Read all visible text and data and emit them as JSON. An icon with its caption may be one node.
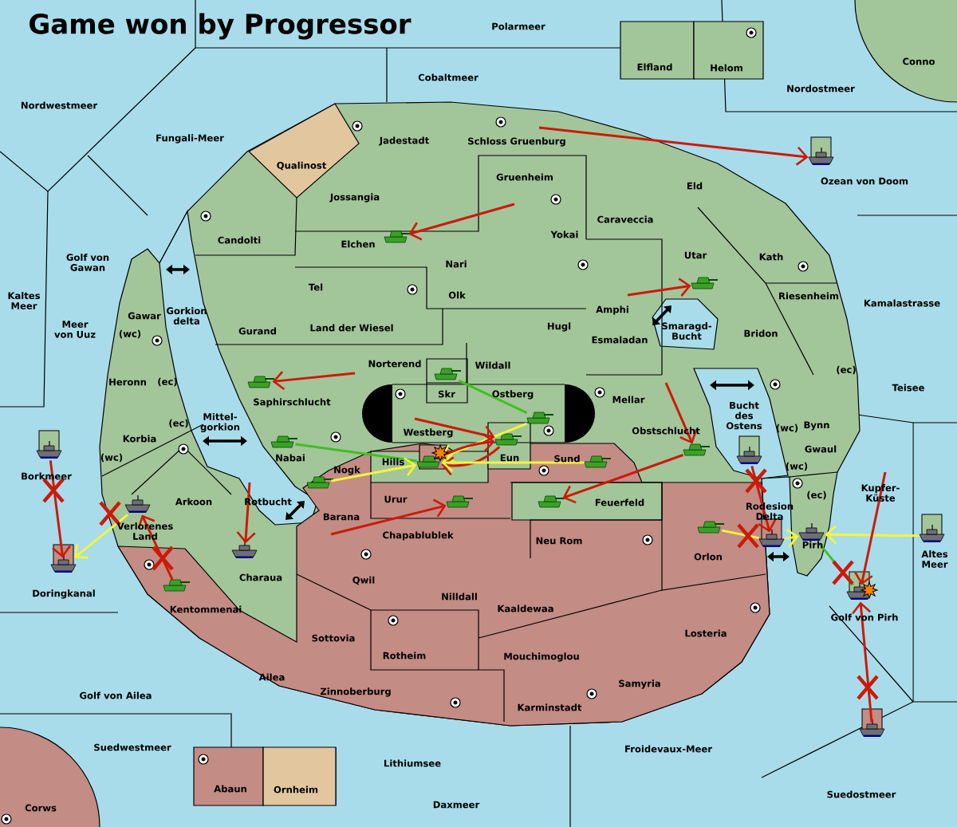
{
  "diagram": {
    "title": "Game won by Progressor",
    "nodes": [
      {
        "text": [],
        "shape": "tank"
      },
      {
        "text": [],
        "shape": "tank"
      },
      {
        "text": [],
        "shape": "tank"
      },
      {
        "text": [],
        "shape": "tank"
      },
      {
        "text": [],
        "shape": "tank"
      },
      {
        "text": [],
        "shape": "tank"
      },
      {
        "text": [],
        "shape": "tank"
      },
      {
        "text": [],
        "shape": "tank"
      },
      {
        "text": [],
        "shape": "tank"
      },
      {
        "text": [],
        "shape": "tank"
      },
      {
        "text": [],
        "shape": "tank"
      },
      {
        "text": [],
        "shape": "tank"
      },
      {
        "text": [],
        "shape": "tank"
      },
      {
        "text": [],
        "shape": "tank"
      },
      {
        "text": [],
        "shape": "tank"
      },
      {
        "text": [],
        "shape": "ship"
      },
      {
        "text": [],
        "shape": "ship"
      },
      {
        "text": [],
        "shape": "ship"
      },
      {
        "text": [],
        "shape": "ship"
      },
      {
        "text": [],
        "shape": "ship"
      },
      {
        "text": [],
        "shape": "ship"
      },
      {
        "text": [],
        "shape": "ship"
      },
      {
        "text": [],
        "shape": "ship"
      },
      {
        "text": [],
        "shape": "ship"
      },
      {
        "text": [],
        "shape": "ship"
      },
      {
        "text": [],
        "shape": "ship"
      }
    ],
    "edges": [
      {
        "from": null,
        "to": 0,
        "arrow": "to"
      },
      {
        "from": null,
        "to": 15,
        "arrow": "to"
      },
      {
        "from": null,
        "to": 1,
        "arrow": "to"
      },
      {
        "from": null,
        "to": 2,
        "arrow": "to"
      },
      {
        "from": 3,
        "to": 4,
        "arrow": "none",
        "color": "#40c020"
      },
      {
        "from": 4,
        "to": 6,
        "arrow": "to",
        "color": "#f5f53a"
      },
      {
        "from": null,
        "to": 5,
        "arrow": "to"
      },
      {
        "from": 6,
        "to": 5,
        "arrow": "to"
      },
      {
        "from": 5,
        "to": 6,
        "arrow": "to"
      },
      {
        "from": 7,
        "to": 6,
        "arrow": "to",
        "color": "#f5f53a"
      },
      {
        "from": 8,
        "to": 6,
        "arrow": "none",
        "color": "#40c020"
      },
      {
        "from": 9,
        "to": 6,
        "arrow": "to",
        "color": "#f5f53a"
      },
      {
        "from": null,
        "to": 10,
        "arrow": "to"
      },
      {
        "from": 12,
        "to": 11,
        "arrow": "to"
      },
      {
        "from": null,
        "to": 12,
        "arrow": "to"
      },
      {
        "from": 13,
        "to": 21,
        "arrow": "none",
        "color": "#f5f53a"
      },
      {
        "from": 23,
        "to": 22,
        "arrow": "to",
        "color": "#f5f53a"
      },
      {
        "from": 22,
        "to": 24,
        "arrow": "none",
        "color": "#40c020"
      },
      {
        "from": null,
        "to": 24,
        "arrow": "to"
      },
      {
        "from": 25,
        "to": 24,
        "arrow": "to"
      },
      {
        "from": 20,
        "to": 21,
        "arrow": "to"
      },
      {
        "from": 16,
        "to": 17,
        "arrow": "to"
      },
      {
        "from": 18,
        "to": 17,
        "arrow": "to",
        "color": "#f5f53a"
      },
      {
        "from": 14,
        "to": 18,
        "arrow": "to"
      },
      {
        "from": null,
        "to": 19,
        "arrow": "to"
      },
      {
        "from": 21,
        "to": 22,
        "arrow": "to",
        "color": "#f5f53a"
      }
    ],
    "labels": [
      "Polarmeer",
      "Cobaltmeer",
      "Elfland",
      "Helom",
      "Conno",
      "Nordwestmeer",
      "Nordostmeer",
      "Fungali-Meer",
      "Jadestadt",
      "Schloss Gruenburg",
      "Qualinost",
      "Gruenheim",
      "Eld",
      "Ozean von Doom",
      "Jossangia",
      "Caraveccia",
      "Candolti",
      "Elchen",
      "Yokai",
      "Golf von Gawan",
      "Utar",
      "Kath",
      "Nari",
      "Tel",
      "Olk",
      "Kaltes Meer",
      "Riesenheim",
      "Kamalastrasse",
      "Amphi",
      "Gawar",
      "Gorkion delta",
      "Meer von Uuz",
      "(wc)",
      "Smaragd-Bucht",
      "Gurand",
      "Land der Wiesel",
      "Hugl",
      "Bridon",
      "Esmaladan",
      "Norterend",
      "Wildall",
      "Heronn",
      "(ec)",
      "(ec)",
      "Teisee",
      "Saphirschlucht",
      "Skr",
      "Ostberg",
      "Mellar",
      "Bucht des Ostens",
      "Mittel-gorkion",
      "(ec)",
      "Korbia",
      "(wc)",
      "Bynn",
      "Westberg",
      "Obstschlucht",
      "Gwaul",
      "(wc)",
      "Nabai",
      "Hills",
      "Eun",
      "Sund",
      "(wc)",
      "Borkmeer",
      "Nogk",
      "Kupfer-Küste",
      "(ec)",
      "Arkoon",
      "Rotbucht",
      "Urur",
      "Feuerfeld",
      "Rodesion Delta",
      "Verlorenes Land",
      "Barana",
      "Chapablublek",
      "Neu Rom",
      "Pirh",
      "Altes Meer",
      "Orlon",
      "Charaua",
      "Qwil",
      "Doringkanal",
      "Nilldall",
      "Kentommenai",
      "Kaaldewaa",
      "Golf von Pirh",
      "Losteria",
      "Sottovia",
      "Rotheim",
      "Mouchimoglou",
      "Ailea",
      "Samyria",
      "Golf von Ailea",
      "Zinnoberburg",
      "Karminstadt",
      "Suedwestmeer",
      "Froidevaux-Meer",
      "Lithiumsee",
      "Abaun",
      "Ornheim",
      "Suedostmeer",
      "Daxmeer",
      "Corws"
    ]
  }
}
